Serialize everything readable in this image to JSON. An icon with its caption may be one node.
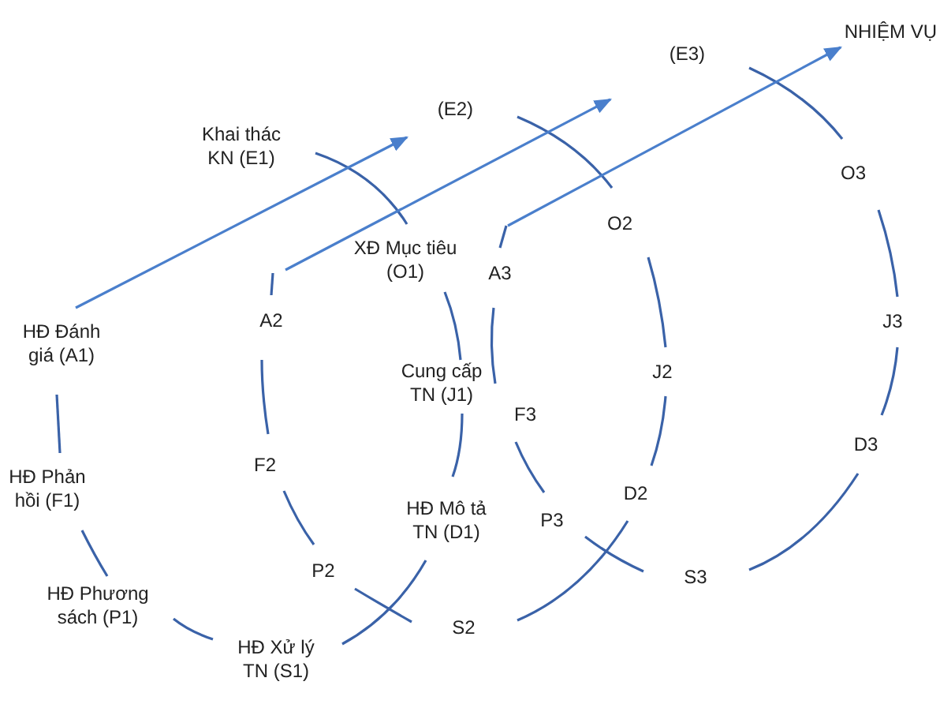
{
  "diagram": {
    "nodes": [
      {
        "text": [
          "NHIỆM VỤ"
        ]
      },
      {
        "text": [
          "(E3)"
        ]
      },
      {
        "text": [
          "(E2)"
        ]
      },
      {
        "text": [
          "A3"
        ]
      },
      {
        "text": [
          "A2"
        ]
      },
      {
        "text": [
          "HĐ Đánh giá (A1)"
        ]
      }
    ],
    "edges": [
      {
        "from": 5,
        "to": 2,
        "arrow": "to"
      },
      {
        "from": 4,
        "to": 1,
        "arrow": "to"
      },
      {
        "from": 3,
        "to": 0,
        "arrow": "to"
      }
    ],
    "labels": [
      "Khai thác KN (E1)",
      "O3",
      "O2",
      "XĐ Mục tiêu (O1)",
      "J3",
      "J2",
      "Cung cấp TN (J1)",
      "F3",
      "F2",
      "D3",
      "HĐ Phản hồi (F1)",
      "D2",
      "HĐ Mô tả TN (D1)",
      "P3",
      "P2",
      "S3",
      "HĐ Phương sách (P1)",
      "S2",
      "HĐ Xử lý TN (S1)"
    ]
  }
}
